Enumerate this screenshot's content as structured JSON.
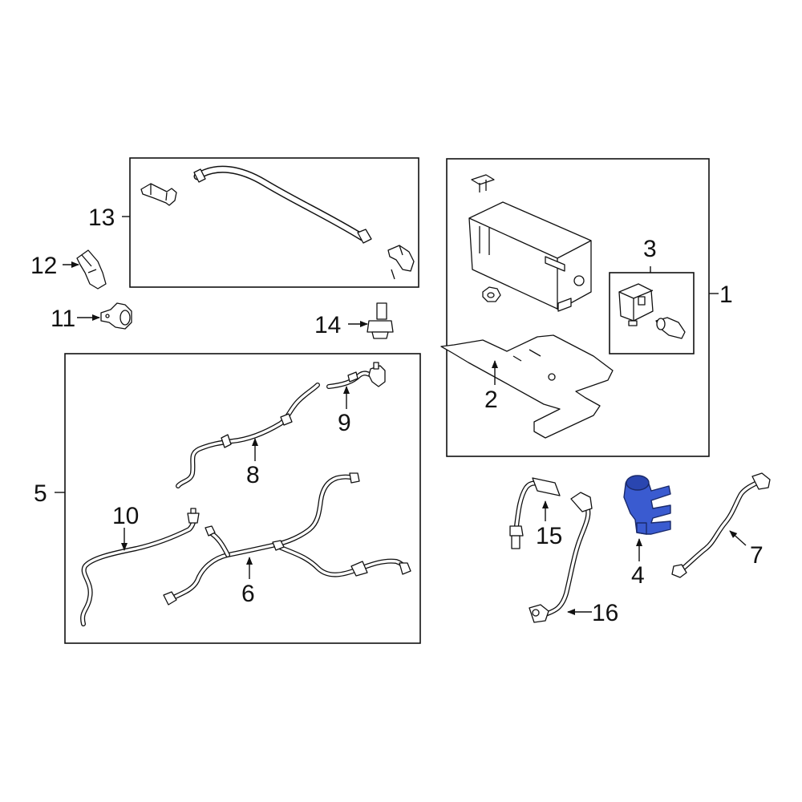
{
  "callouts": {
    "n1": "1",
    "n2": "2",
    "n3": "3",
    "n4": "4",
    "n5": "5",
    "n6": "6",
    "n7": "7",
    "n8": "8",
    "n9": "9",
    "n10": "10",
    "n11": "11",
    "n12": "12",
    "n13": "13",
    "n14": "14",
    "n15": "15",
    "n16": "16"
  },
  "colors": {
    "highlight_part": "#3a5bd0",
    "highlight_dark": "#2a46b0",
    "line": "#111111",
    "background": "#ffffff"
  },
  "highlighted_callout": "4"
}
